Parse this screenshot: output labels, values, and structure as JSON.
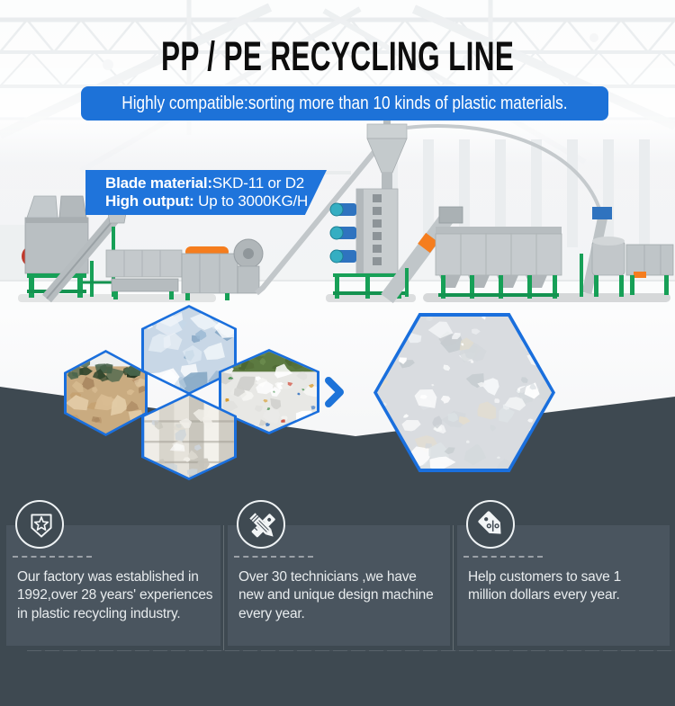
{
  "header": {
    "title": "PP / PE RECYCLING LINE",
    "banner": "Highly compatible:sorting more than 10 kinds of plastic materials."
  },
  "spec_label": {
    "line1": {
      "bold": "Blade material:",
      "text": "SKD-11 or D2"
    },
    "line2": {
      "bold": "High output:",
      "text": " Up to 3000KG/H"
    }
  },
  "process": {
    "factory_photo": "PP PE washing recycling line machines in factory hall",
    "input_photos": [
      "mixed woven bags pile",
      "blue plastic film waste",
      "printed white plastic bags",
      "baled plastic film"
    ],
    "arrow_icon": "chevron-right-icon",
    "output_photo": "washed clear plastic flakes"
  },
  "features": [
    {
      "icon": "shield-star-icon",
      "text": "Our factory was established in 1992,over 28 years' experiences in plastic recycling industry."
    },
    {
      "icon": "design-tools-icon",
      "text": "Over 30 technicians ,we have new and unique design machine every year."
    },
    {
      "icon": "price-tag-icon",
      "text": "Help customers to save 1 million dollars every year."
    }
  ],
  "colors": {
    "accent_blue": "#1d72d8",
    "dark_slate": "#3e4951",
    "machine_green": "#17a057",
    "accent_orange": "#f57d1e"
  }
}
